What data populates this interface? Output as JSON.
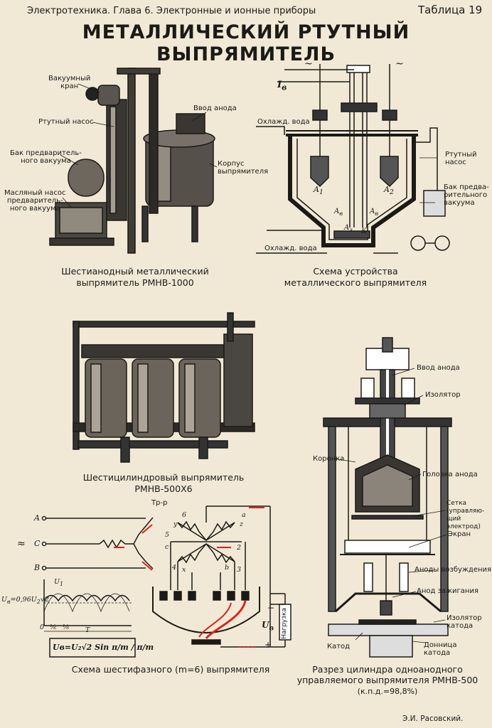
{
  "header": {
    "left": "Электротехника.  Глава 6. Электронные и ионные приборы",
    "right": "Таблица 19"
  },
  "title": "МЕТАЛЛИЧЕСКИЙ РТУТНЫЙ ВЫПРЯМИТЕЛЬ",
  "fig1": {
    "caption_l1": "Шестианодный металлический",
    "caption_l2": "выпрямитель РМНВ-1000",
    "labels": {
      "vacuum_valve_l1": "Вакуумный",
      "vacuum_valve_l2": "кран",
      "mercury_pump": "Ртутный насос",
      "prevac_tank_l1": "Бак предваритель-",
      "prevac_tank_l2": "ного вакуума",
      "oil_pump_l1": "Масляный насос",
      "oil_pump_l2": "предваритель-",
      "oil_pump_l3": "ного вакуума",
      "anode_input": "Ввод анода",
      "body_l1": "Корпус",
      "body_l2": "выпрямителя"
    }
  },
  "fig2": {
    "caption_l1": "Схема устройства",
    "caption_l2": "металлического выпрямителя",
    "labels": {
      "ig": "I",
      "ig_sub": "в",
      "cool_in": "Охлажд. вода",
      "cool_out": "Охлажд. вода",
      "merc_pump_l1": "Ртутный",
      "merc_pump_l2": "насос",
      "tank_l1": "Бак предва-",
      "tank_l2": "рительного",
      "tank_l3": "вакуума",
      "a1": "A",
      "a1s": "1",
      "a2": "A",
      "a2s": "2",
      "ab1": "A",
      "ab1s": "в",
      "ab2": "A",
      "ab2s": "в",
      "az": "A",
      "azs": "з",
      "k": "К",
      "tilde1": "~",
      "tilde2": "~"
    }
  },
  "fig3": {
    "caption": "Шестицилиндровый выпрямитель РМНВ-500Х6"
  },
  "fig4": {
    "caption": "Схема шестифазного (m=6) выпрямителя",
    "labels": {
      "trp": "Тр-р",
      "A": "A",
      "C": "C",
      "B": "B",
      "ac": "≈",
      "n6": "6",
      "na": "a",
      "ny": "y",
      "nz": "z",
      "n5": "5",
      "nc": "c",
      "n2": "2",
      "n4": "4",
      "nx": "x",
      "nb": "b",
      "n3": "3",
      "load": "Нагрузка",
      "ub": "U",
      "ub_sub": "в",
      "plus": "+",
      "minus": "−",
      "f_ub": "U",
      "f_ub_s": "в",
      "f_val": "=0,96U",
      "f_val_s": "2",
      "f_sqrt": "√2",
      "u1": "U",
      "u1s": "1",
      "t0": "0",
      "t1": "⅙",
      "t2": "⅙",
      "tT": "T",
      "formula": "Uв=U₂√2 Sin π/m / π/m"
    }
  },
  "fig5": {
    "caption_l1": "Разрез цилиндра одноанодного",
    "caption_l2": "управляемого выпрямителя РМНВ-500",
    "caption_l3": "(к.п.д.=98,8%)",
    "labels": {
      "anode_in": "Ввод анода",
      "insulator": "Изолятор",
      "corona": "Коронка",
      "anode_head": "Головка анода",
      "grid_l1": "Сетка",
      "grid_l2": "(управляю-",
      "grid_l3": "щий электрод)",
      "screen": "Экран",
      "exc_anodes": "Аноды возбуждения",
      "ign_anode": "Анод зажигания",
      "cath_ins_l1": "Изолятор",
      "cath_ins_l2": "катода",
      "cathode": "Катод",
      "bottom_l1": "Донница",
      "bottom_l2": "катода"
    }
  },
  "author": "Э.И. Расовский.",
  "colors": {
    "paper": "#f1e9d6",
    "ink": "#1c1a17",
    "accent": "#d6261c"
  }
}
